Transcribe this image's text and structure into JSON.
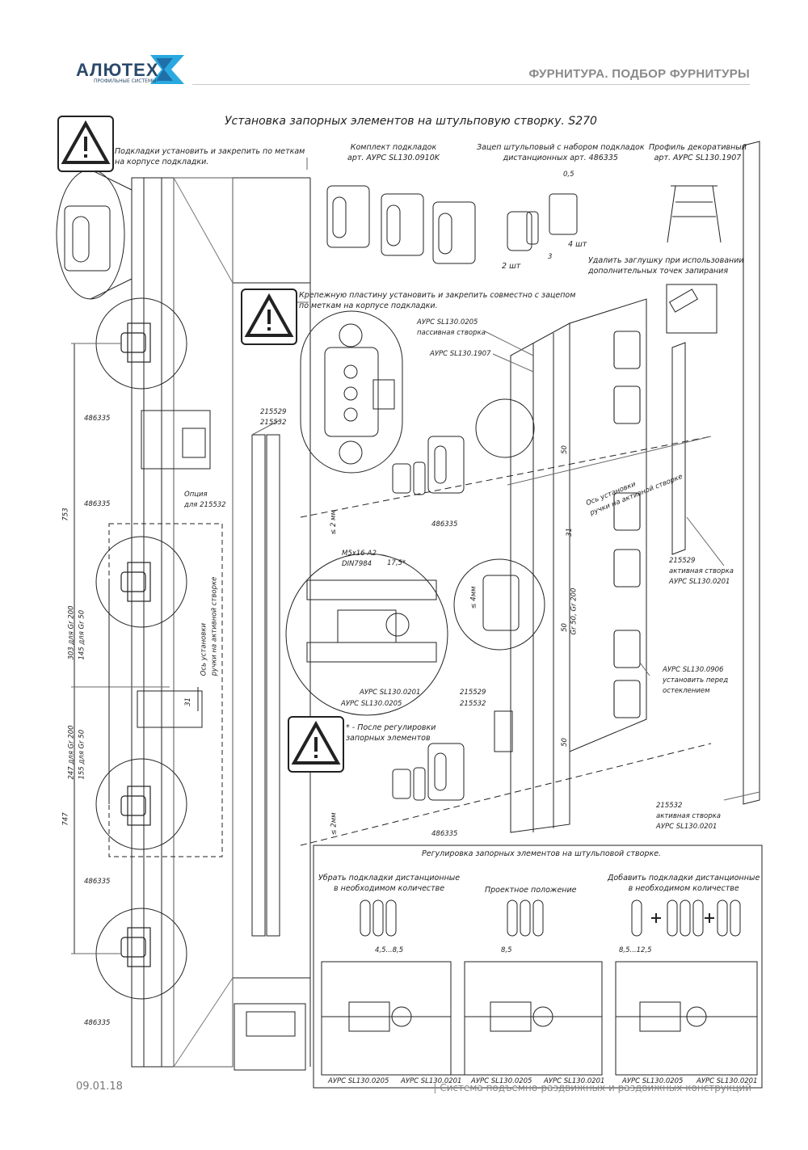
{
  "header": {
    "logo_text": "АЛЮТЕХ",
    "logo_sub": "ПРОФИЛЬНЫЕ СИСТЕМЫ",
    "section_title": "ФУРНИТУРА. ПОДБОР ФУРНИТУРЫ"
  },
  "title": "Установка запорных элементов на штульповую створку. S270",
  "notes": {
    "warn1": [
      "Подкладки установить и закрепить по меткам",
      "на корпусе подкладки."
    ],
    "warn2": [
      "Крепежную пластину установить и закрепить совместно с зацепом",
      "по меткам на корпусе подкладки."
    ],
    "warn3": [
      "* - После регулировки",
      "запорных элементов"
    ]
  },
  "kit": {
    "title": [
      "Комплект подкладок",
      "арт. АУPC SL130.0910K"
    ],
    "hook": [
      "Зацеп штульповый с набором подкладок",
      "дистанционных арт. 486335"
    ],
    "profile": [
      "Профиль декоративный",
      "арт. АУPC SL130.1907"
    ],
    "remove_plug": [
      "Удалить заглушку при использовании",
      "дополнительных точек запирания"
    ],
    "qty2": "2 шт",
    "qty4": "4 шт",
    "dim05": "0,5",
    "dim3": "3"
  },
  "left_dims": {
    "d753": "753",
    "d747": "747",
    "d303": [
      "303 для Gr 200",
      "145 для Gr 50"
    ],
    "d247": [
      "247 для Gr 200",
      "155 для Gr 50"
    ],
    "d31": "31",
    "axis": [
      "Ось установки",
      "ручки на активной створке"
    ],
    "option": [
      "Опция",
      "для 215532"
    ],
    "p486335_a": "486335",
    "p486335_b": "486335",
    "p486335_c": "486335",
    "p486335_d": "486335"
  },
  "center": {
    "strip": [
      "215529",
      "215532"
    ],
    "bolt": [
      "M5x16-A2",
      "DIN7984"
    ],
    "dim175": "17,5*",
    "lbl_0201": "АУPC SL130.0201",
    "lbl_0205": "АУPC SL130.0205",
    "lbl_215529": "215529",
    "lbl_215532": "215532",
    "lbl_486335_a": "486335",
    "lbl_486335_b": "486335",
    "mm2a": "≤ 2 мм",
    "mm2b": "≤ 2мм",
    "mm4": "≤ 4мм"
  },
  "right": {
    "passive": [
      "АУPC SL130.0205",
      "пассивная створка"
    ],
    "profile1907": "АУPC SL130.1907",
    "d50a": "50",
    "d50b": "50",
    "d31": "31",
    "d50c": "50",
    "gr": "Gr 50, Gr 200",
    "axis": [
      "Ось установки",
      "ручки на активной створке"
    ],
    "active1": [
      "215529",
      "активная створка",
      "АУPC SL130.0201"
    ],
    "glazing": [
      "АУPC SL130.0906",
      "установить перед",
      "остеклением"
    ],
    "active2": [
      "215532",
      "активная створка",
      "АУPC SL130.0201"
    ]
  },
  "adjust": {
    "title": "Регулировка запорных элементов на штульповой створке.",
    "remove": [
      "Убрать подкладки дистанционные",
      "в необходимом количестве"
    ],
    "design": "Проектное положение",
    "add": [
      "Добавить подкладки дистанционные",
      "в необходимом количестве"
    ],
    "dimA": "4,5...8,5",
    "dimB": "8,5",
    "dimC": "8,5...12,5",
    "labels": [
      "АУPC SL130.0205",
      "АУPC SL130.0201",
      "АУPC SL130.0205",
      "АУPC SL130.0201",
      "АУPC SL130.0205",
      "АУPC SL130.0201"
    ]
  },
  "footer": {
    "date": "09.01.18",
    "system": "| Система подъемно-раздвижных и раздвижных конструкций"
  },
  "colors": {
    "brand_blue": "#2b4a6b",
    "logo_cyan": "#29a9e0",
    "line": "#222222",
    "grey": "#8a8a8a"
  }
}
